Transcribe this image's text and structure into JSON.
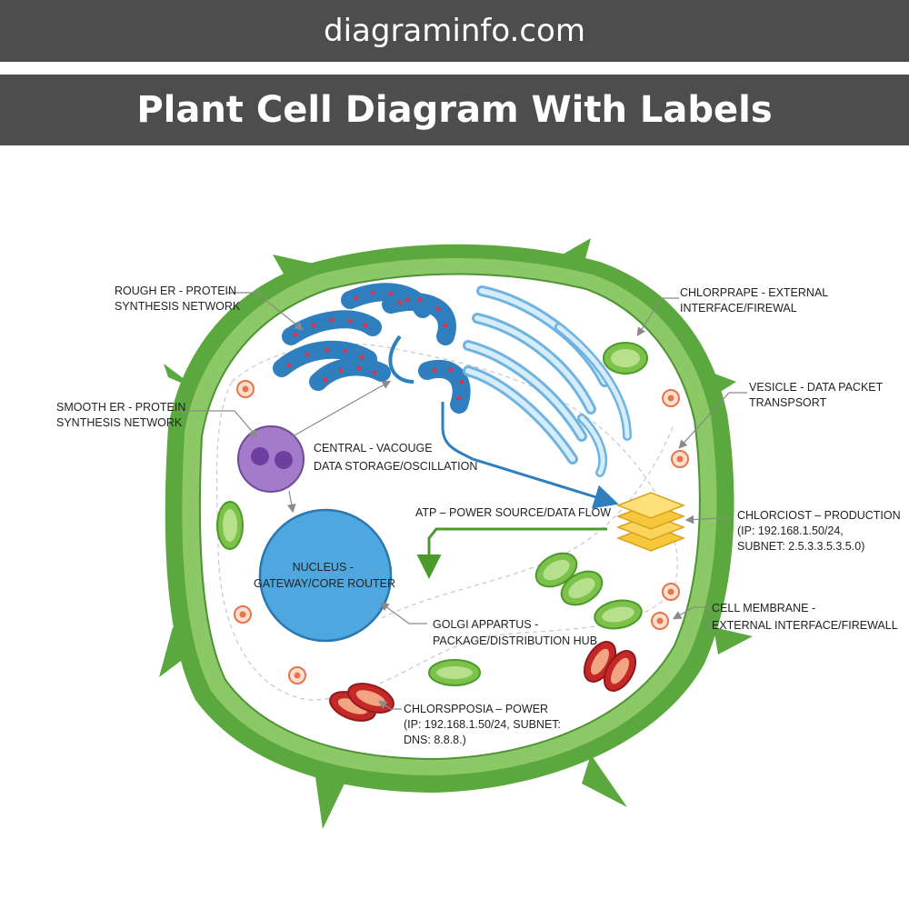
{
  "header": {
    "site": "diagraminfo.com",
    "title": "Plant Cell Diagram With Labels"
  },
  "labels": {
    "rough_er": [
      "ROUGH ER - PROTEIN",
      "SYNTHESIS NETWORK"
    ],
    "smooth_er": [
      "SMOOTH ER - PROTEIN",
      "SYNTHESIS NETWORK"
    ],
    "central_vacuole": [
      "CENTRAL - VACOUGE",
      "DATA STORAGE/OSCILLATION"
    ],
    "chloroplast_top": [
      "CHLORPRAPE - EXTERNAL",
      "INTERFACE/FIREWAL"
    ],
    "vesicle": [
      "VESICLE - DATA PACKET",
      "TRANSPSORT"
    ],
    "atp": [
      "ATP – POWER SOURCE/DATA FLOW"
    ],
    "chloroplast_production": [
      "CHLORCIOST – PRODUCTION",
      "(IP: 192.168.1.50/24,",
      "SUBNET: 2.5.3.3.5.3.5.0)"
    ],
    "nucleus": [
      "NUCLEUS -",
      "GATEWAY/CORE ROUTER"
    ],
    "golgi": [
      "GOLGI APPARTUS -",
      "PACKAGE/DISTRIBUTION HUB"
    ],
    "cell_membrane": [
      "CELL MEMBRANE -",
      "EXTERNAL INTERFACE/FIREWALL"
    ],
    "mitochondria": [
      "CHLORSPPOSIA – POWER",
      "(IP: 192.168.1.50/24, SUBNET:",
      "DNS: 8.8.8.)"
    ]
  },
  "colors": {
    "cell_wall": "#5aa83e",
    "cell_wall_light": "#8cc865",
    "cytoplasm": "#ffffff",
    "rough_er": "#2f7fbf",
    "ribosome": "#d8344a",
    "smooth_er": "#9fd0ef",
    "vacuole": "#8d5fb5",
    "nucleus": "#4ea8df",
    "chloroplast": "#7cc24a",
    "mitochondria": "#c62828",
    "atp": "#f6c63b",
    "vesicle": "#e8744a",
    "arrow_blue": "#2f7fbf",
    "arrow_green": "#4a9a2e",
    "leader": "#8a8a8a"
  }
}
